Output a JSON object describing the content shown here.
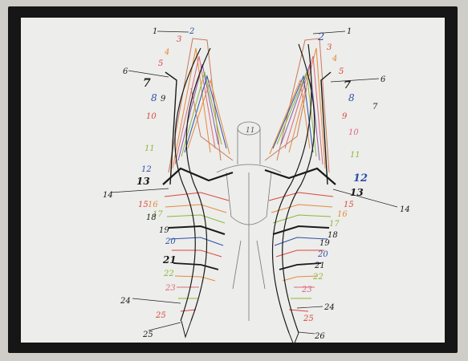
{
  "drawing": {
    "centre_numeral": "11",
    "left_labels": [
      "1",
      "2",
      "3",
      "4",
      "5",
      "6",
      "7",
      "8",
      "9",
      "10",
      "11",
      "12",
      "13",
      "14",
      "15",
      "16",
      "17",
      "18",
      "19",
      "20",
      "21",
      "22",
      "23",
      "24",
      "25",
      "25"
    ],
    "right_labels": [
      "1",
      "2",
      "3",
      "4",
      "5",
      "6",
      "7",
      "7",
      "8",
      "9",
      "10",
      "11",
      "12",
      "13",
      "14",
      "15",
      "16",
      "17",
      "18",
      "19",
      "20",
      "21",
      "22",
      "23",
      "24",
      "25",
      "26"
    ],
    "colors": {
      "ink": "#1a1a1a",
      "red": "#d9473b",
      "orange": "#e58a3a",
      "green": "#8ab93a",
      "blue": "#2d4fa8",
      "pink": "#d96a7a",
      "purple": "#8a5aa8"
    }
  }
}
